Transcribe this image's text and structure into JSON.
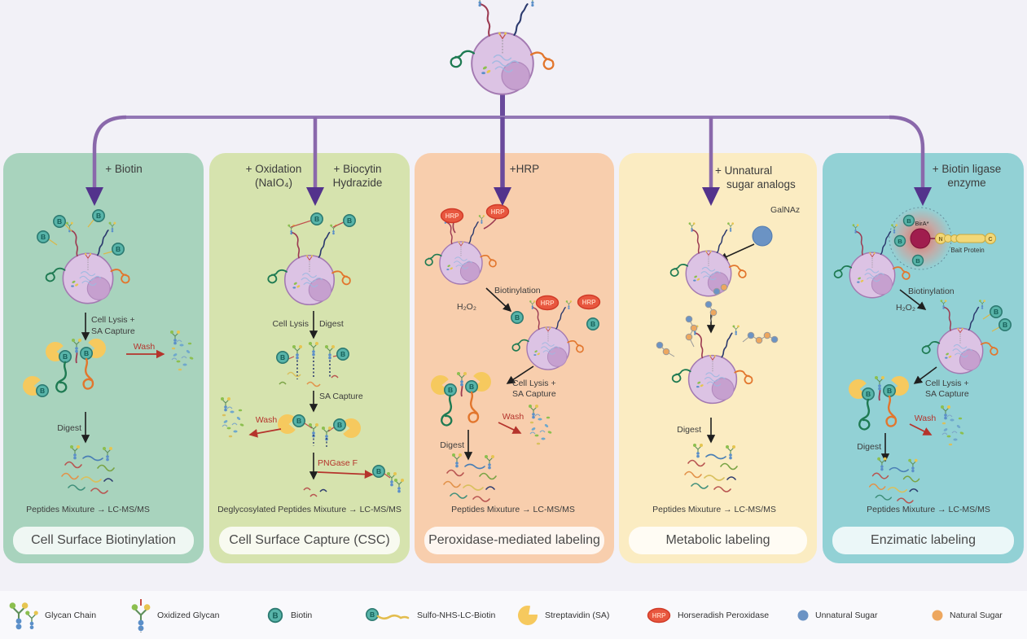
{
  "icons": {
    "biotin_letter": "B",
    "hrp_label": "HRP",
    "n_label": "N",
    "c_label": "C"
  },
  "colors": {
    "background": "#f2f1f7",
    "arrow_purple": "#6a4a9c",
    "panel1_bg": "#a8d3bd",
    "panel2_bg": "#d6e3ae",
    "panel3_bg": "#f8cead",
    "panel4_bg": "#fbecc2",
    "panel5_bg": "#92d1d5",
    "biotin_teal": "#58b4a9",
    "hrp_red": "#e8573f",
    "streptavidin_yellow": "#f6c95e",
    "unnatural_sugar_blue": "#6b93c4",
    "natural_sugar_orange": "#eda75f"
  },
  "panels": [
    {
      "key": "cell-surface-biotinylation",
      "title_lines": [
        "+ Biotin"
      ],
      "labels": {
        "lysis1": "Cell Lysis +",
        "lysis2": "SA Capture",
        "wash": "Wash",
        "digest": "Digest",
        "mixture": "Peptides Mixuture → LC-MS/MS"
      },
      "footer": "Cell Surface Biotinylation"
    },
    {
      "key": "cell-surface-capture",
      "title_col1": [
        "+ Oxidation",
        "(NaIO₄)"
      ],
      "title_col2": [
        "+ Biocytin",
        "Hydrazide"
      ],
      "labels": {
        "lysis": "Cell Lysis",
        "digest": "Digest",
        "sa": "SA Capture",
        "wash": "Wash",
        "pngase": "PNGase F",
        "mixture": "Deglycosylated Peptides Mixuture → LC-MS/MS"
      },
      "footer": "Cell Surface Capture (CSC)"
    },
    {
      "key": "peroxidase-mediated",
      "title_lines": [
        "+HRP"
      ],
      "labels": {
        "biotinylation": "Biotinylation",
        "h2o2": "H₂O₂",
        "lysis1": "Cell Lysis +",
        "lysis2": "SA Capture",
        "wash": "Wash",
        "digest": "Digest",
        "mixture": "Peptides Mixuture → LC-MS/MS"
      },
      "footer": "Peroxidase-mediated labeling"
    },
    {
      "key": "metabolic",
      "title_lines": [
        "+ Unnatural",
        "sugar analogs"
      ],
      "labels": {
        "galnaz": "GalNAz",
        "digest": "Digest",
        "mixture": "Peptides Mixuture → LC-MS/MS"
      },
      "footer": "Metabolic labeling"
    },
    {
      "key": "enzymatic",
      "title_lines": [
        "+ Biotin ligase",
        "enzyme"
      ],
      "labels": {
        "bira": "BirA*",
        "n": "N",
        "c": "C",
        "bait": "Bait Protein",
        "biotinylation": "Biotinylation",
        "h2o2": "H₂O₂",
        "lysis1": "Cell Lysis +",
        "lysis2": "SA Capture",
        "wash": "Wash",
        "digest": "Digest",
        "mixture": "Peptides Mixuture → LC-MS/MS"
      },
      "footer": "Enzimatic labeling"
    }
  ],
  "legend": {
    "items": [
      {
        "icon": "glycan-chain",
        "label": "Glycan Chain"
      },
      {
        "icon": "oxidized-glycan",
        "label": "Oxidized Glycan"
      },
      {
        "icon": "biotin",
        "label": "Biotin"
      },
      {
        "icon": "sulfo-nhs-lc-biotin",
        "label": "Sulfo-NHS-LC-Biotin"
      },
      {
        "icon": "streptavidin",
        "label": "Streptavidin (SA)"
      },
      {
        "icon": "horseradish-peroxidase",
        "label": "Horseradish Peroxidase"
      },
      {
        "icon": "unnatural-sugar",
        "label": "Unnatural Sugar"
      },
      {
        "icon": "natural-sugar",
        "label": "Natural Sugar"
      }
    ]
  }
}
